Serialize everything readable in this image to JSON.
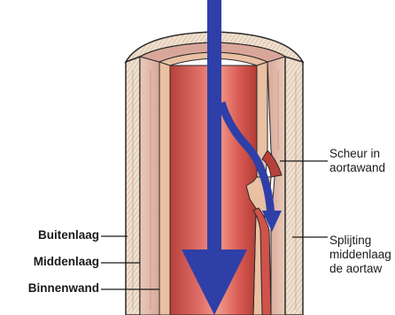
{
  "labels": {
    "buitenlaag": "Buitenlaag",
    "middenlaag": "Middenlaag",
    "binnenwand": "Binnenwand",
    "scheur": [
      "Scheur in",
      "aortawand"
    ],
    "splijting": [
      "Splijting",
      "middenlaag",
      "de aortaw"
    ]
  },
  "colors": {
    "arrow": "#2e3fa8",
    "lumen": "#d0524a",
    "lumen_highlight": "#f29a8c",
    "intima": "#e9c0a2",
    "media": "#d9a79a",
    "adventitia": "#efe0cf",
    "outline": "#2a2a2a"
  },
  "icons": {
    "blood_flow": "down-arrow-icon",
    "false_channel_flow": "curved-arrow-icon"
  }
}
